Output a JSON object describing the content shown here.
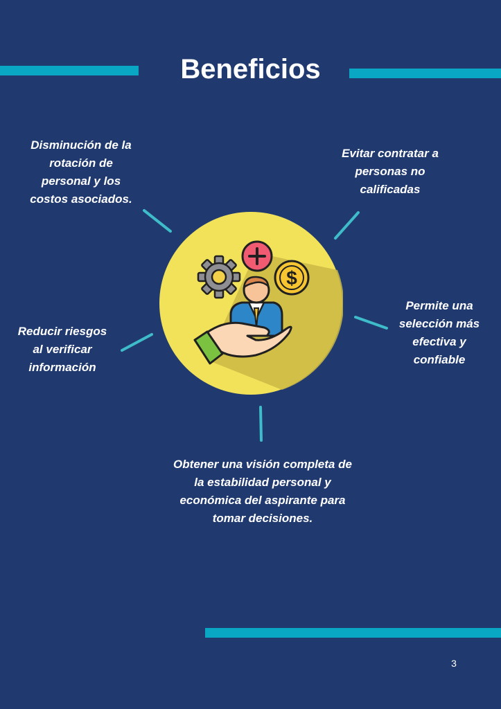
{
  "header": {
    "title": "Beneficios"
  },
  "benefits": [
    "Disminución de la\nrotación de\npersonal y los\ncostos asociados.",
    "Evitar contratar a\npersonas no\ncalificadas",
    "Reducir riesgos\nal verificar\ninformación",
    "Permite una\nselección más\nefectiva y\nconfiable",
    "Obtener una visión completa de\nla estabilidad personal y\neconómica del aspirante para\ntomar decisiones."
  ],
  "footer": {
    "page_number": "3"
  },
  "colors": {
    "background": "#203a70",
    "accent_bar": "#0aa7c4",
    "connector": "#3fbcc9",
    "circle": "#f2e25a"
  },
  "icons": [
    "gear-icon",
    "plus-icon",
    "dollar-icon",
    "person-icon",
    "hand-icon"
  ]
}
